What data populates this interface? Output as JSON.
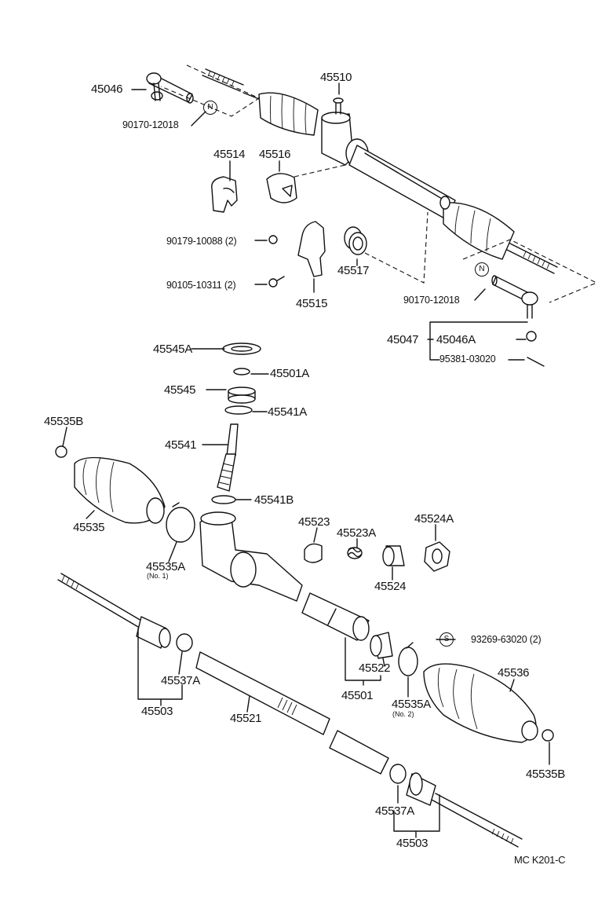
{
  "diagram": {
    "caption": "MC K201-C",
    "notes": {
      "n_symbol": "N",
      "s_symbol": "S"
    },
    "labels": {
      "l45046": "45046",
      "l90170_top": "90170-12018",
      "l45510": "45510",
      "l45514": "45514",
      "l45516": "45516",
      "l90179": "90179-10088 (2)",
      "l90105": "90105-10311 (2)",
      "l45517": "45517",
      "l45515": "45515",
      "l90170_right": "90170-12018",
      "l45047": "45047",
      "l45046A": "45046A",
      "l95381": "95381-03020",
      "l45545A": "45545A",
      "l45501A": "45501A",
      "l45545": "45545",
      "l45541A": "45541A",
      "l45535B_left": "45535B",
      "l45541": "45541",
      "l45541B": "45541B",
      "l45535": "45535",
      "l45523": "45523",
      "l45523A": "45523A",
      "l45524A": "45524A",
      "l45535A_no1": "45535A",
      "l_no1": "(No. 1)",
      "l45524": "45524",
      "l93269": "93269-63020 (2)",
      "l45537A_left": "45537A",
      "l45522": "45522",
      "l45536": "45536",
      "l45503_left": "45503",
      "l45521": "45521",
      "l45501": "45501",
      "l45535A_no2": "45535A",
      "l_no2": "(No. 2)",
      "l45535B_right": "45535B",
      "l45537A_right": "45537A",
      "l45503_right": "45503"
    }
  }
}
